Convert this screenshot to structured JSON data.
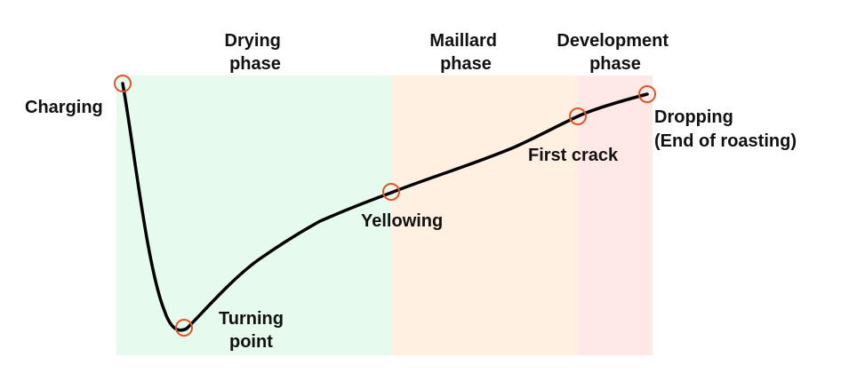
{
  "phases": [
    {
      "name": "drying",
      "label_lines": [
        "Drying",
        "phase"
      ],
      "color": "#e6fbee"
    },
    {
      "name": "maillard",
      "label_lines": [
        "Maillard",
        "phase"
      ],
      "color": "#fff0e2"
    },
    {
      "name": "development",
      "label_lines": [
        "Development",
        "phase"
      ],
      "color": "#ffe8e6"
    }
  ],
  "events": [
    {
      "name": "charging",
      "label_lines": [
        "Charging"
      ]
    },
    {
      "name": "turning-point",
      "label_lines": [
        "Turning",
        "point"
      ]
    },
    {
      "name": "yellowing",
      "label_lines": [
        "Yellowing"
      ]
    },
    {
      "name": "first-crack",
      "label_lines": [
        "First crack"
      ]
    },
    {
      "name": "dropping",
      "label_lines": [
        "Dropping",
        "(End of roasting)"
      ]
    }
  ],
  "colors": {
    "curve": "#000000",
    "marker": "#e0562a",
    "text": "#111111"
  }
}
